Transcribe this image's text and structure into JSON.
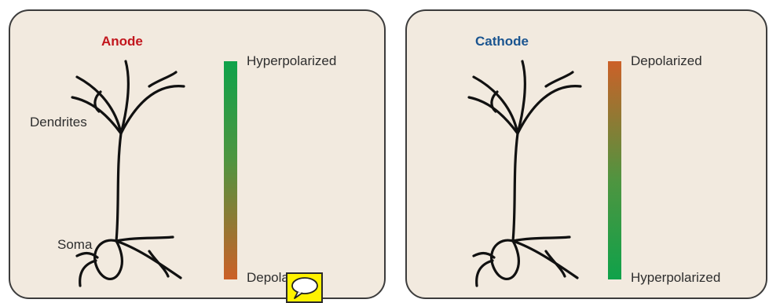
{
  "panels": [
    {
      "title": "Anode",
      "title_color": "#c2161d",
      "labels": {
        "dendrites": "Dendrites",
        "soma": "Soma",
        "bar_top": "Hyperpolarized",
        "bar_bottom": "Depolarized"
      },
      "bar_gradient": {
        "top_color": "#0fa24a",
        "bottom_color": "#cc6028"
      }
    },
    {
      "title": "Cathode",
      "title_color": "#1b5590",
      "labels": {
        "bar_top": "Depolarized",
        "bar_bottom": "Hyperpolarized"
      },
      "bar_gradient": {
        "top_color": "#cc6028",
        "bottom_color": "#0fa24a"
      }
    }
  ],
  "overlay": {
    "icon": "speech-bubble-icon",
    "color": "#fff200"
  }
}
